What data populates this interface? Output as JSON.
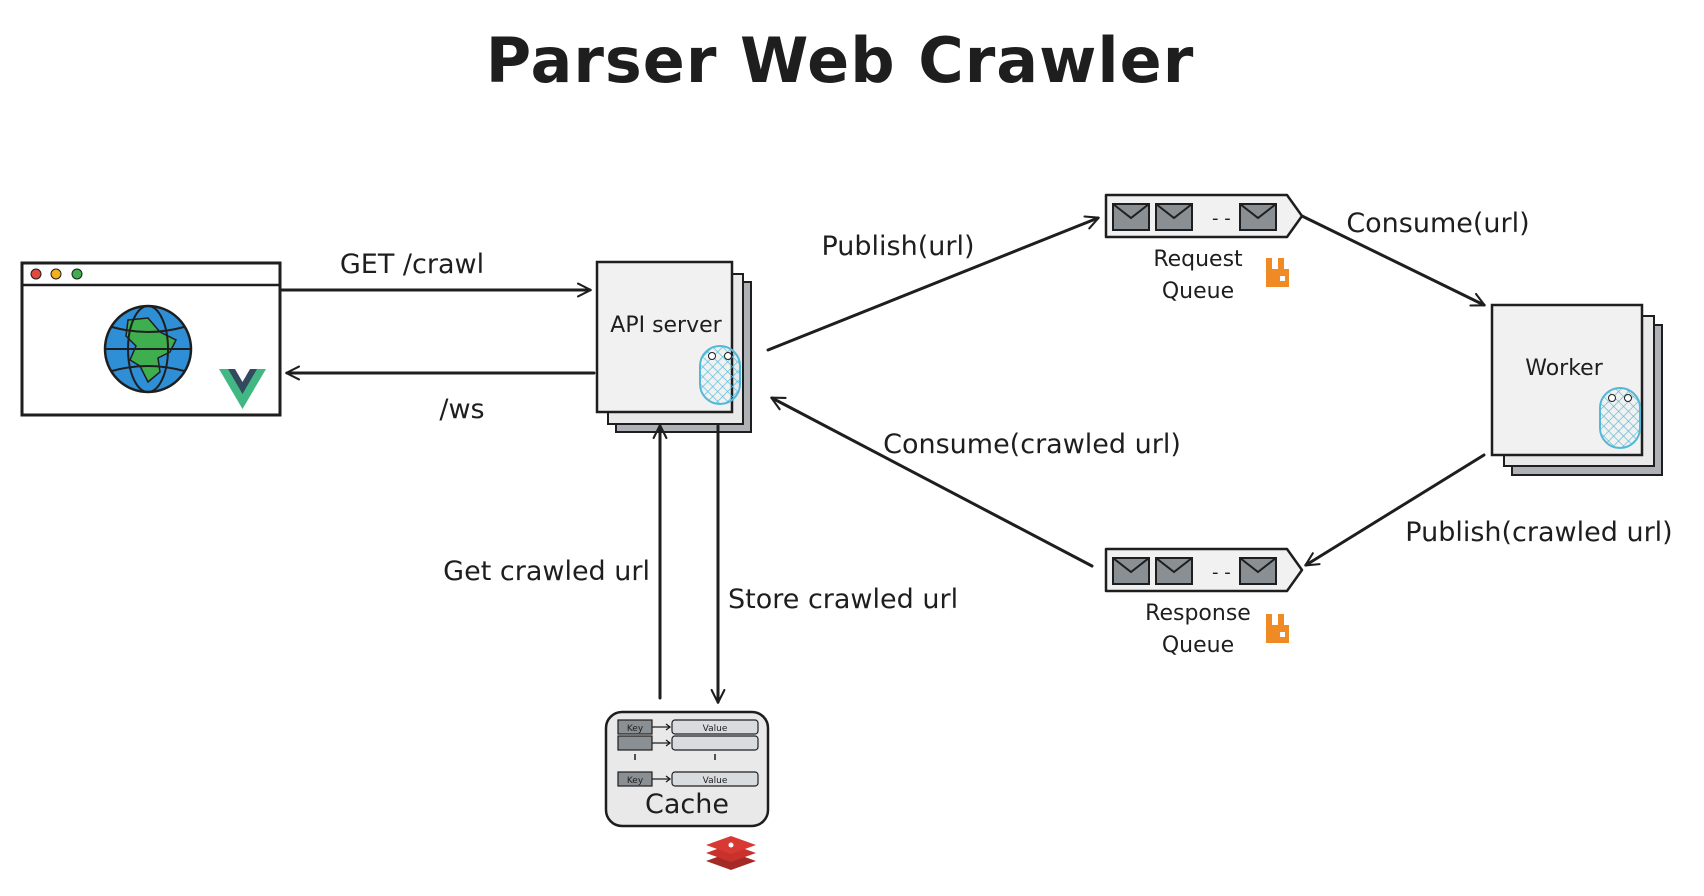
{
  "title": "Parser Web Crawler",
  "nodes": {
    "api_server": {
      "label": "API server"
    },
    "worker": {
      "label": "Worker"
    },
    "request_queue": {
      "label_line1": "Request",
      "label_line2": "Queue"
    },
    "response_queue": {
      "label_line1": "Response",
      "label_line2": "Queue"
    },
    "cache": {
      "label": "Cache",
      "rows": [
        {
          "key": "Key",
          "value": "Value"
        },
        {
          "key": "",
          "value": ""
        },
        {
          "key": "Key",
          "value": "Value"
        }
      ]
    }
  },
  "edges": {
    "get_crawl": "GET /crawl",
    "ws": "/ws",
    "publish_url": "Publish(url)",
    "consume_url": "Consume(url)",
    "publish_crawled": "Publish(crawled url)",
    "consume_crawled": "Consume(crawled url)",
    "get_cached": "Get crawled url",
    "store_cached": "Store crawled url"
  },
  "colors": {
    "ink": "#1e1e1e",
    "box_fill": "#f1f1f1",
    "box_shadow": "#aeb2b6",
    "gopher": "#53b8d8",
    "globe_blue": "#2f8fd6",
    "globe_green": "#3fae4f",
    "vue_green": "#41b883",
    "vue_dark": "#34495e",
    "rabbitmq_orange": "#f08a24",
    "redis_red": "#c8312c",
    "dot_red": "#e04a3f",
    "dot_yellow": "#f2b01e",
    "dot_green": "#3fae4f"
  }
}
